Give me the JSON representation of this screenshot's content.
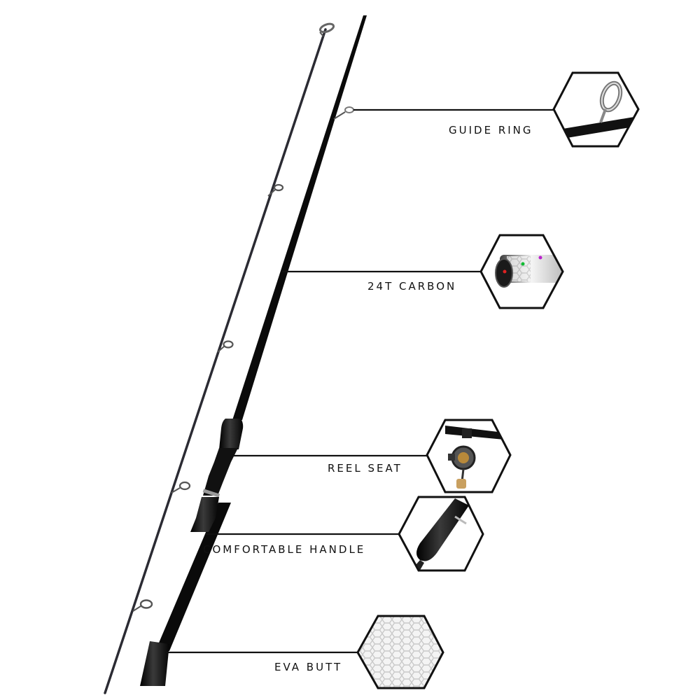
{
  "callouts": [
    {
      "id": "guide-ring",
      "label": "GUIDE RING"
    },
    {
      "id": "carbon",
      "label": "24T CARBON"
    },
    {
      "id": "reel-seat",
      "label": "REEL SEAT"
    },
    {
      "id": "handle",
      "label": "COMFORTABLE HANDLE"
    },
    {
      "id": "eva-butt",
      "label": "EVA BUTT"
    }
  ],
  "colors": {
    "line": "#111111",
    "rod": "#0a0a0a",
    "tip": "#2b2b33",
    "background": "#ffffff"
  }
}
